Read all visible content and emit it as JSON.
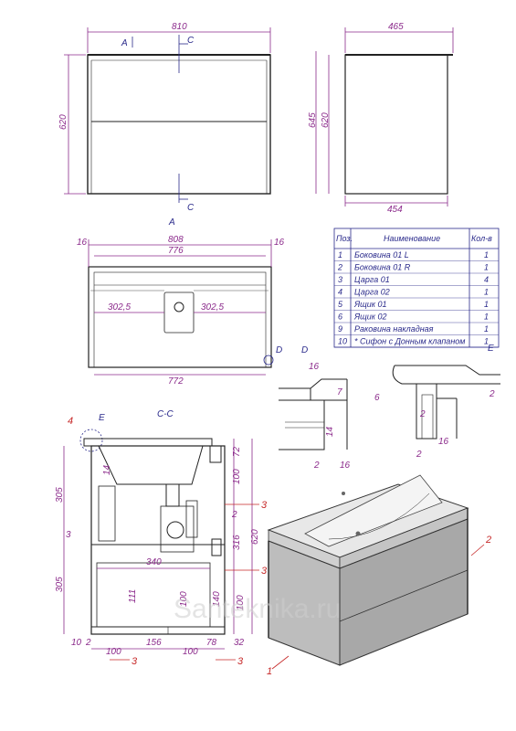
{
  "front": {
    "width": "810",
    "height": "620",
    "sec_top": "A",
    "sec_c1": "C",
    "sec_c2": "C"
  },
  "side": {
    "top_w": "465",
    "bot_w": "454",
    "h1": "645",
    "h2": "620"
  },
  "top": {
    "title": "A",
    "w_outer": "808",
    "w_inner": "776",
    "w_bottom": "772",
    "left": "16",
    "right": "16",
    "d1": "302,5",
    "d2": "302,5",
    "detail": "D"
  },
  "table": {
    "headers": [
      "Поз.",
      "Наименование",
      "Кол-в"
    ],
    "rows": [
      [
        "1",
        "Боковина 01 L",
        "1"
      ],
      [
        "2",
        "Боковина 01 R",
        "1"
      ],
      [
        "3",
        "Царга 01",
        "4"
      ],
      [
        "4",
        "Царга 02",
        "1"
      ],
      [
        "5",
        "Ящик 01",
        "1"
      ],
      [
        "6",
        "Ящик 02",
        "1"
      ],
      [
        "9",
        "Раковина накладная",
        "1"
      ],
      [
        "10",
        "* Сифон с Донным клапаном",
        "1"
      ]
    ]
  },
  "detail_d": {
    "title": "D",
    "d16": "16",
    "d7": "7",
    "d14": "14",
    "d2": "2",
    "d16b": "16"
  },
  "detail_e": {
    "title": "E",
    "d6": "6",
    "d2": "2",
    "d2b": "2",
    "d16": "16",
    "d2c": "2"
  },
  "section": {
    "title": "C-C",
    "e": "E",
    "pos4": "4",
    "d305a": "305",
    "d305b": "305",
    "d3": "3",
    "d14": "14",
    "d72": "72",
    "d100a": "100",
    "d620": "620",
    "d316": "316",
    "d2": "2",
    "d340": "340",
    "d111": "111",
    "d100b": "100",
    "d140": "140",
    "d100c": "100",
    "b100a": "100",
    "b156": "156",
    "b100b": "100",
    "b78": "78",
    "b32": "32",
    "b2": "2",
    "b10": "10",
    "p3a": "3",
    "p3b": "3",
    "p3c": "3",
    "p3d": "3"
  },
  "iso": {
    "p1": "1",
    "p2": "2"
  },
  "watermark": "Santeknika.ru"
}
